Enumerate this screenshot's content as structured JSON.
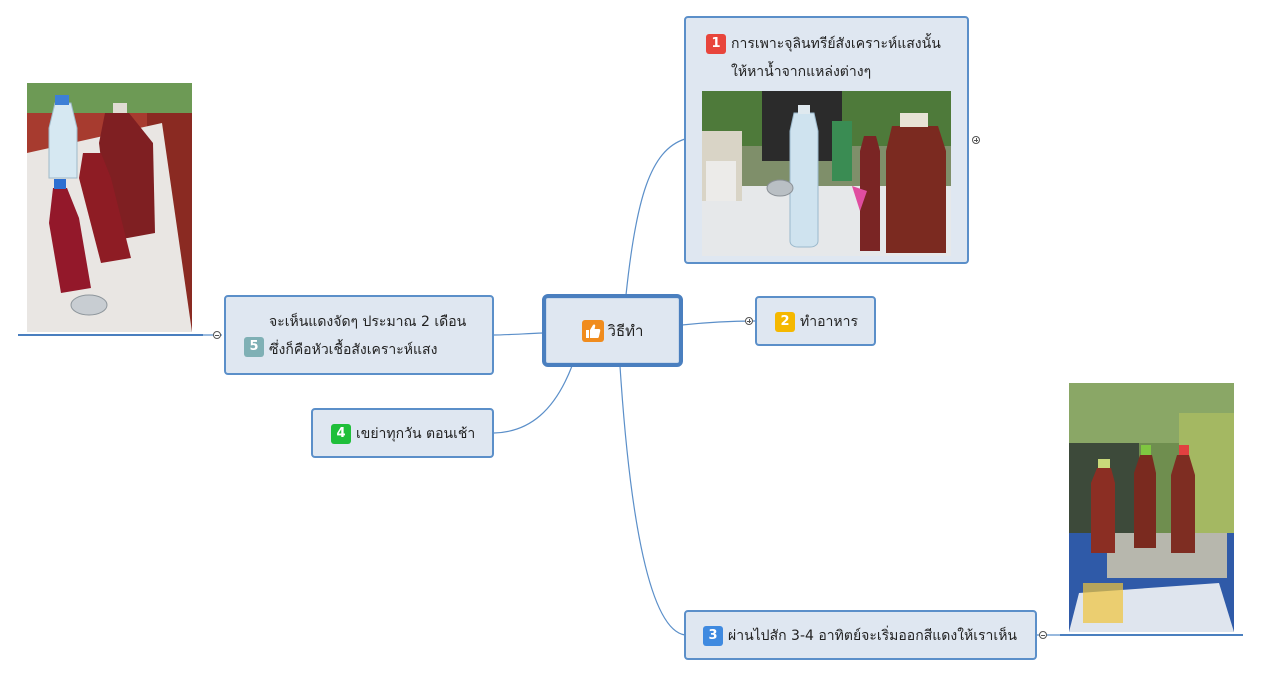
{
  "central": {
    "label": "วิธีทำ",
    "icon": "thumbs-up-icon",
    "icon_color": "#f08c1e"
  },
  "topics": [
    {
      "number": "1",
      "lines": [
        "การเพาะจุลินทรีย์สังเคราะห์แสงนั้น",
        "ให้หาน้ำจากแหล่งต่างๆ"
      ],
      "badge_color": "#e8453c",
      "image": "bottles-on-table-photo"
    },
    {
      "number": "2",
      "lines": [
        "ทำอาหาร"
      ],
      "badge_color": "#f5b800"
    },
    {
      "number": "3",
      "lines": [
        "ผ่านไปสัก 3-4 อาทิตย์จะเริ่มออกสีแดงให้เราเห็น"
      ],
      "badge_color": "#3f8ae0",
      "image": "three-bottles-on-brick-photo"
    },
    {
      "number": "4",
      "lines": [
        "เขย่าทุกวัน ตอนเช้า"
      ],
      "badge_color": "#1fbf3a"
    },
    {
      "number": "5",
      "lines": [
        "จะเห็นแดงจัดๆ ประมาณ 2 เดือน",
        "ซึ่งก็คือหัวเชื้อสังเคราะห์แสง"
      ],
      "badge_color": "#7fb0b5",
      "image": "red-bottles-on-table-photo"
    }
  ],
  "colors": {
    "node_fill": "#dfe7f1",
    "node_border": "#5b8fc9",
    "connector": "#5b8fc9"
  }
}
